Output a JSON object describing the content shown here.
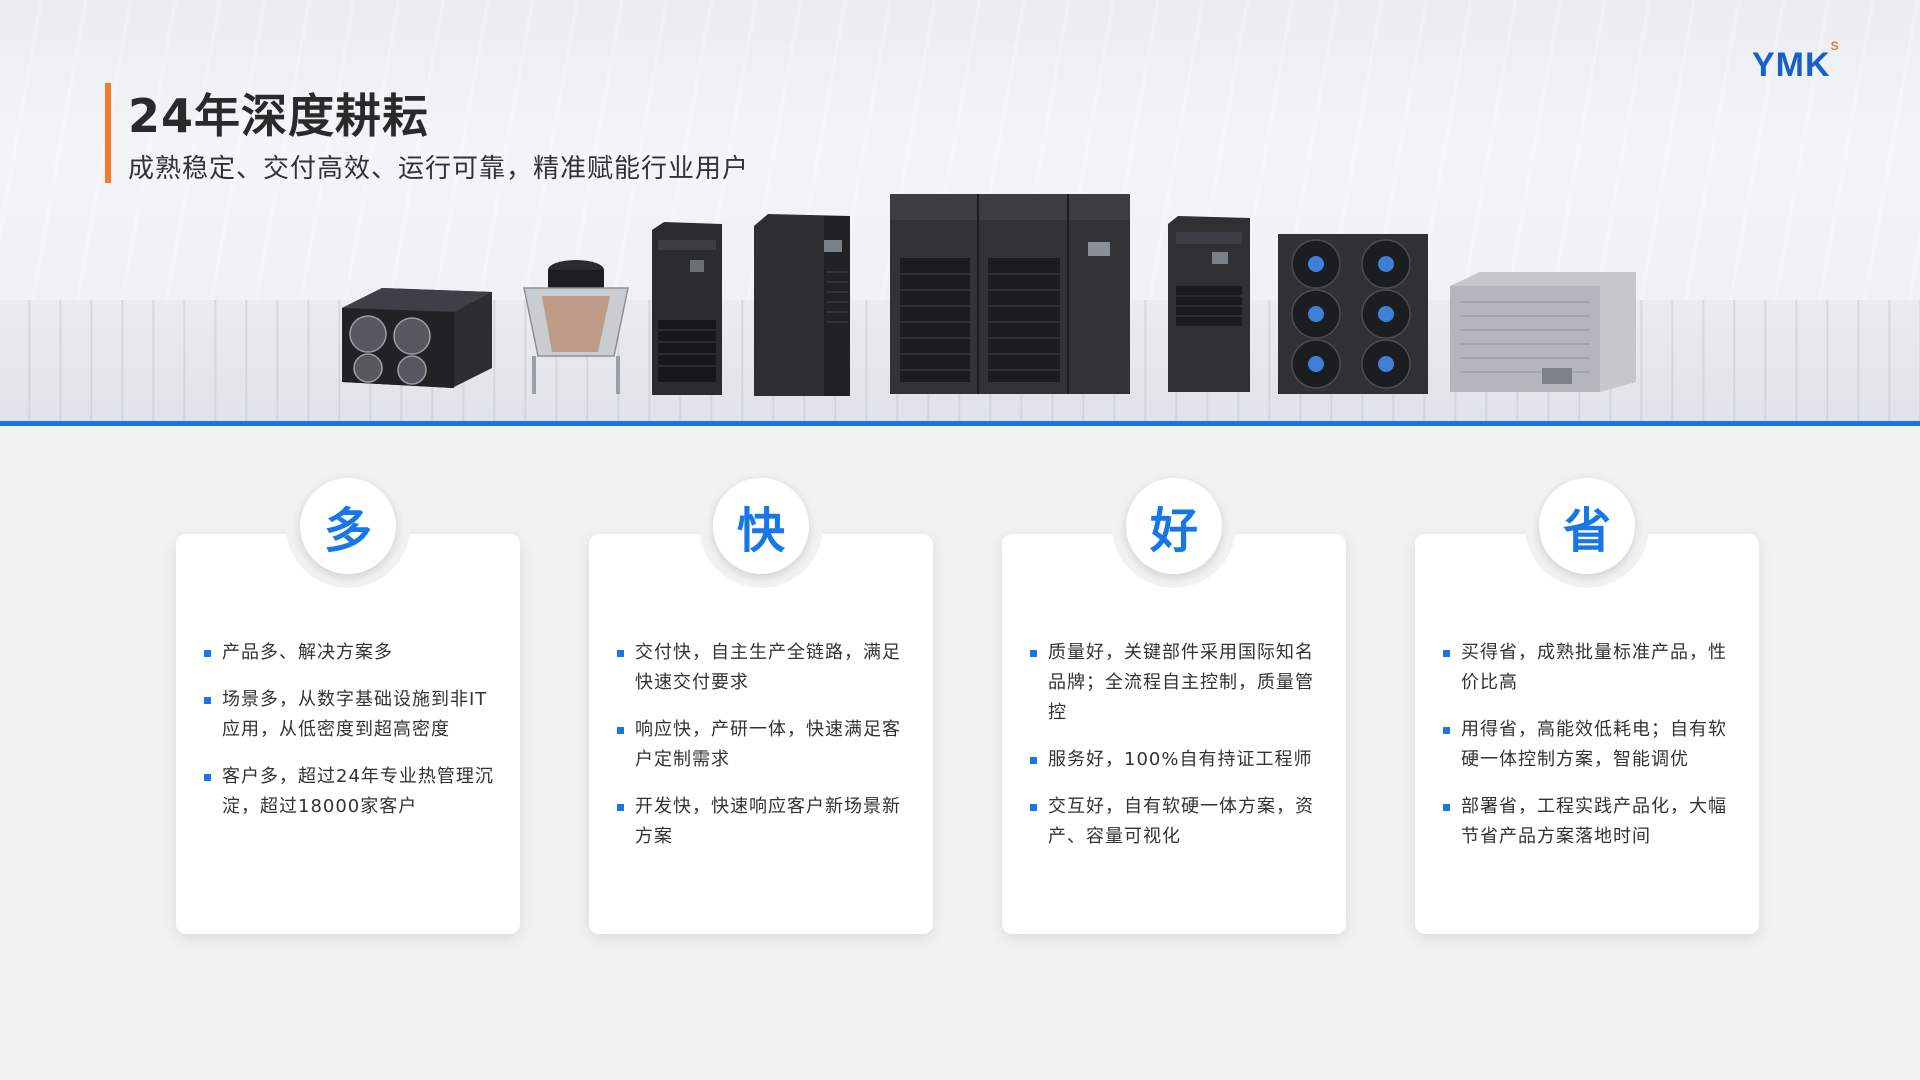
{
  "header": {
    "title": "24年深度耕耘",
    "subtitle": "成熟稳定、交付高效、运行可靠，精准赋能行业用户",
    "logo": "YMK",
    "logo_mark": "S"
  },
  "colors": {
    "accent_blue": "#1877e8",
    "accent_orange": "#f07b2a",
    "logo_blue": "#1a5fc9"
  },
  "products": [
    "fan-unit-icon",
    "condenser-icon",
    "rack-cooler-icon",
    "inrow-cabinet-icon",
    "large-precision-ac-icon",
    "cabinet-ac-icon",
    "multi-fan-condenser-icon",
    "outdoor-chiller-icon"
  ],
  "cards": [
    {
      "badge": "多",
      "items": [
        "产品多、解决方案多",
        "场景多，从数字基础设施到非IT应用，从低密度到超高密度",
        "客户多，超过24年专业热管理沉淀，超过18000家客户"
      ]
    },
    {
      "badge": "快",
      "items": [
        "交付快，自主生产全链路，满足快速交付要求",
        "响应快，产研一体，快速满足客户定制需求",
        "开发快，快速响应客户新场景新方案"
      ]
    },
    {
      "badge": "好",
      "items": [
        "质量好，关键部件采用国际知名品牌；全流程自主控制，质量管控",
        "服务好，100%自有持证工程师",
        "交互好，自有软硬一体方案，资产、容量可视化"
      ]
    },
    {
      "badge": "省",
      "items": [
        "买得省，成熟批量标准产品，性价比高",
        "用得省，高能效低耗电；自有软硬一体控制方案，智能调优",
        "部署省，工程实践产品化，大幅节省产品方案落地时间"
      ]
    }
  ]
}
